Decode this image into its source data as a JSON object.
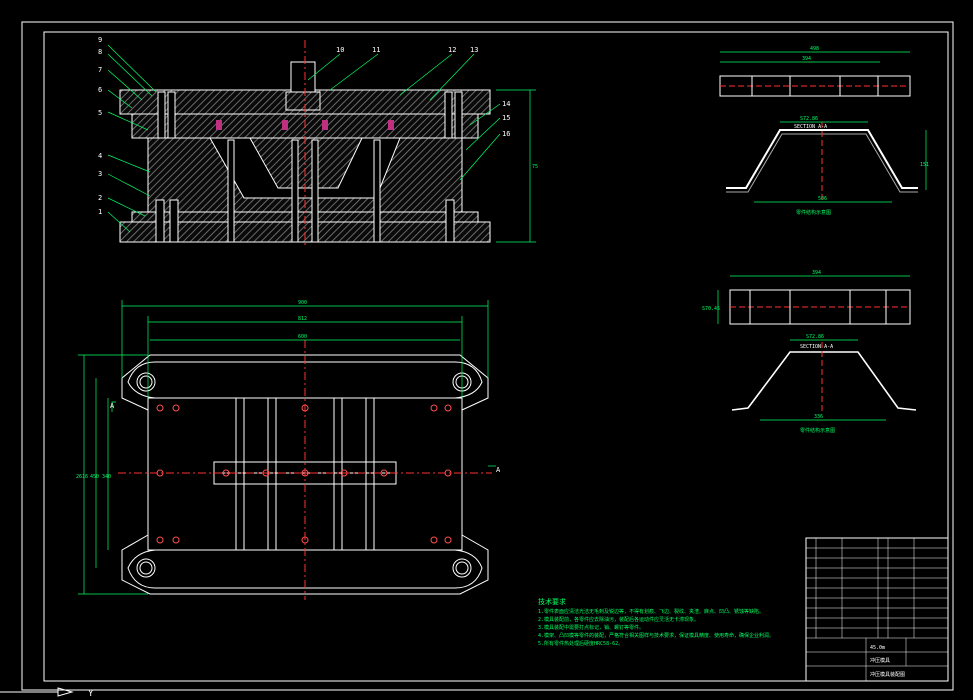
{
  "colors": {
    "background": "#000000",
    "outline": "#ffffff",
    "dimension": "#00ff66",
    "center": "#ff3030",
    "section": "#7a7a7a"
  },
  "part_numbers": [
    "1",
    "2",
    "3",
    "4",
    "5",
    "6",
    "7",
    "8",
    "9",
    "10",
    "11",
    "12",
    "13",
    "14",
    "15",
    "16"
  ],
  "top_dims": {
    "height": "75"
  },
  "plan_dims": {
    "w1": "900",
    "w2": "812",
    "w3": "600",
    "h1": "2616",
    "h2": "450",
    "h3": "340",
    "cut": "A"
  },
  "part1": {
    "width": "498",
    "inner": "394",
    "section_label": "SECTION A-A",
    "span": "S72.86",
    "height": "151",
    "base": "506",
    "caption": "零件结构示意图"
  },
  "part2": {
    "width": "394",
    "left_dim": "S70.45",
    "section_label": "SECTION A-A",
    "span": "S72.86",
    "base": "336",
    "caption": "零件结构示意图"
  },
  "notes_title": "技术要求",
  "notes": [
    "1.零件表面应清洁光洁无毛刺及锐边等，不得有划痕、飞边、裂纹、夹渣、麻点、凹凸、锈蚀等缺陷。",
    "2.模具装配前，各零件应去除油污，装配后各运动件应灵活无卡滞现象。",
    "3.模具装配中需要打点标记，销、螺钉等零件。",
    "4.模架、凸凹模等零件的装配，严格符合相关图样与技术要求，保证模具精度、使用寿命，确保企业利润。",
    "5.所有零件热处理后硬度HRC58-62。"
  ],
  "title_block": {
    "name": "冲压模具",
    "material": "45.0m",
    "drawing": "冲压模具装配图"
  },
  "axis_label": "Y"
}
